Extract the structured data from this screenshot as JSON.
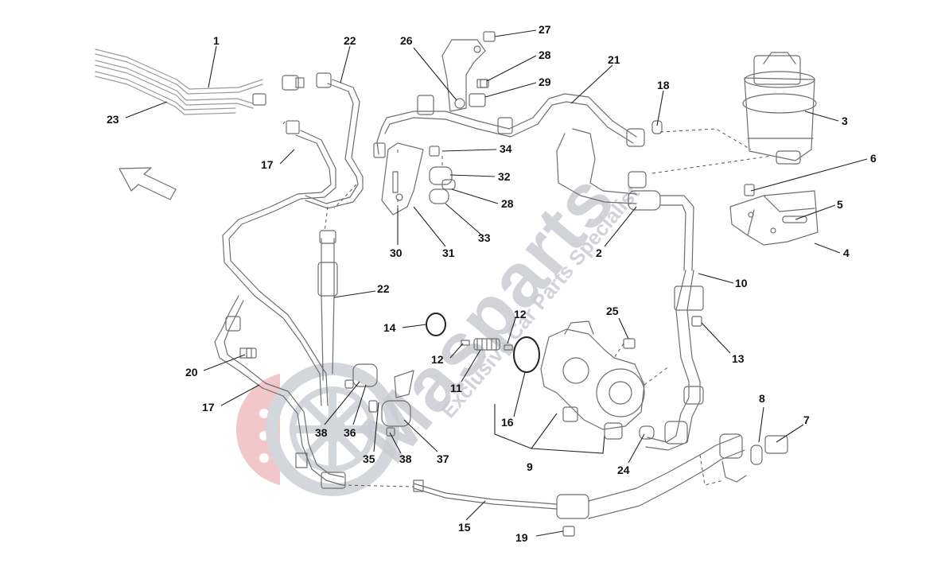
{
  "watermark": {
    "brand": "Masparts",
    "tagline": "Exclusive Car Parts Specialist"
  },
  "colors": {
    "line": "#6e6e6e",
    "leader": "#222222",
    "watermark_grey": "#c9ccd2",
    "watermark_red": "#f2c7c9"
  },
  "callouts": [
    {
      "id": "c1",
      "label": "1"
    },
    {
      "id": "c22a",
      "label": "22"
    },
    {
      "id": "c26",
      "label": "26"
    },
    {
      "id": "c27",
      "label": "27"
    },
    {
      "id": "c28a",
      "label": "28"
    },
    {
      "id": "c29",
      "label": "29"
    },
    {
      "id": "c21",
      "label": "21"
    },
    {
      "id": "c18",
      "label": "18"
    },
    {
      "id": "c3",
      "label": "3"
    },
    {
      "id": "c23",
      "label": "23"
    },
    {
      "id": "c17a",
      "label": "17"
    },
    {
      "id": "c34",
      "label": "34"
    },
    {
      "id": "c32",
      "label": "32"
    },
    {
      "id": "c28b",
      "label": "28"
    },
    {
      "id": "c33",
      "label": "33"
    },
    {
      "id": "c30",
      "label": "30"
    },
    {
      "id": "c31",
      "label": "31"
    },
    {
      "id": "c2",
      "label": "2"
    },
    {
      "id": "c6",
      "label": "6"
    },
    {
      "id": "c5",
      "label": "5"
    },
    {
      "id": "c4",
      "label": "4"
    },
    {
      "id": "c10",
      "label": "10"
    },
    {
      "id": "c22b",
      "label": "22"
    },
    {
      "id": "c25",
      "label": "25"
    },
    {
      "id": "c14",
      "label": "14"
    },
    {
      "id": "c12a",
      "label": "12"
    },
    {
      "id": "c12b",
      "label": "12"
    },
    {
      "id": "c13",
      "label": "13"
    },
    {
      "id": "c11",
      "label": "11"
    },
    {
      "id": "c20",
      "label": "20"
    },
    {
      "id": "c17b",
      "label": "17"
    },
    {
      "id": "c38a",
      "label": "38"
    },
    {
      "id": "c36",
      "label": "36"
    },
    {
      "id": "c16",
      "label": "16"
    },
    {
      "id": "c8",
      "label": "8"
    },
    {
      "id": "c7",
      "label": "7"
    },
    {
      "id": "c35",
      "label": "35"
    },
    {
      "id": "c38b",
      "label": "38"
    },
    {
      "id": "c37",
      "label": "37"
    },
    {
      "id": "c9",
      "label": "9"
    },
    {
      "id": "c24",
      "label": "24"
    },
    {
      "id": "c15",
      "label": "15"
    },
    {
      "id": "c19",
      "label": "19"
    }
  ]
}
